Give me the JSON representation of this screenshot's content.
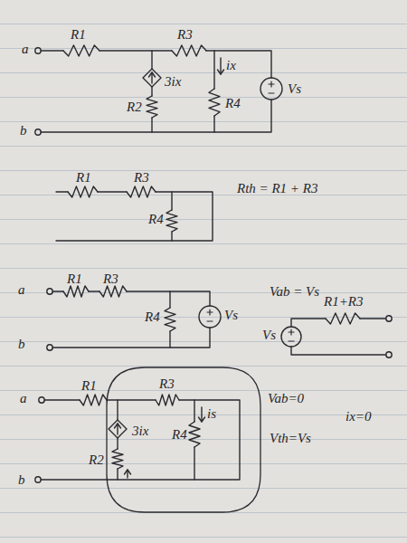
{
  "diagram": {
    "labels": [
      "a",
      "R1",
      "R3",
      "3ix",
      "ix",
      "R4",
      "R2",
      "Vs",
      "b",
      "R1",
      "R3",
      "R4",
      "Rth = R1 + R3",
      "a",
      "R1",
      "R3",
      "R4",
      "Vs",
      "b",
      "Vab = Vs",
      "R1+R3",
      "Vs",
      "a",
      "R1",
      "R3",
      "3ix",
      "is",
      "R4",
      "R2",
      "b",
      "Vab=0",
      "ix=0",
      "Vth=Vs"
    ]
  }
}
